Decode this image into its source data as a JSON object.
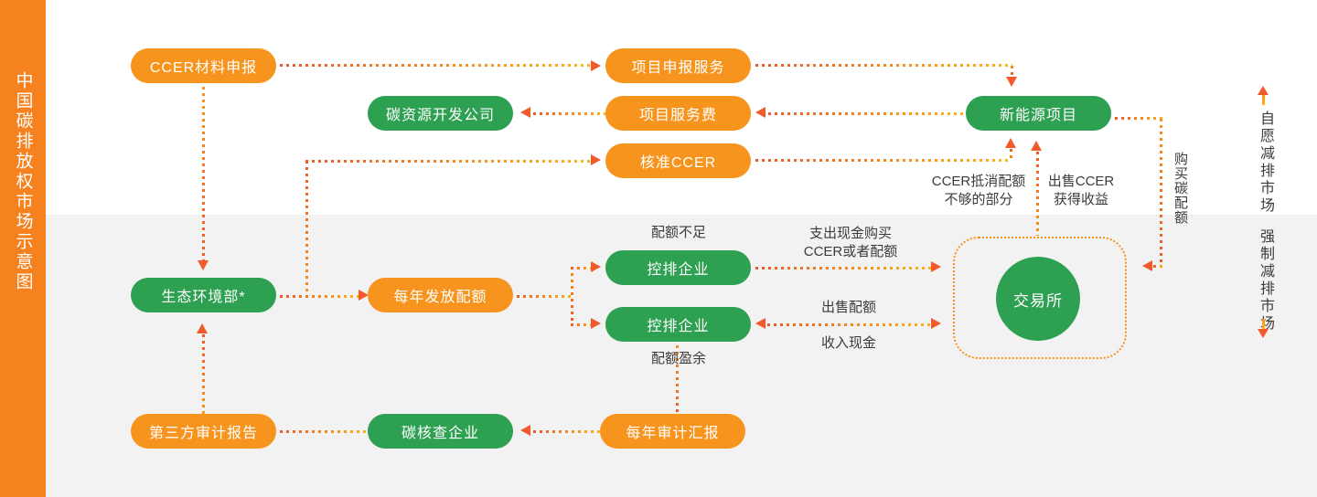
{
  "sidebar": {
    "title": "中国碳排放权市场示意图"
  },
  "markets": {
    "voluntary": "自愿减排市场",
    "mandatory": "强制减排市场"
  },
  "nodes": {
    "ccer_material": "CCER材料申报",
    "project_apply": "项目申报服务",
    "carbon_dev_company": "碳资源开发公司",
    "project_fee": "项目服务费",
    "approved_ccer": "核准CCER",
    "new_energy": "新能源项目",
    "ministry": "生态环境部*",
    "annual_quota": "每年发放配额",
    "emitter_short": "控排企业",
    "emitter_surplus": "控排企业",
    "exchange": "交易所",
    "third_party_report": "第三方审计报告",
    "carbon_verifier": "碳核查企业",
    "annual_audit": "每年审计汇报"
  },
  "labels": {
    "quota_short": "配额不足",
    "quota_surplus": "配额盈余",
    "pay_cash": "支出现金购买\nCCER或者配额",
    "sell_quota": "出售配额",
    "receive_cash": "收入现金",
    "ccer_offset": "CCER抵消配额\n不够的部分",
    "sell_ccer": "出售CCER\n获得收益",
    "buy_quota": "购买碳配额"
  },
  "colors": {
    "pill_orange": "#F7941E",
    "pill_green": "#2EA052",
    "sidebar_orange": "#F6821F",
    "arrowhead": "#F2592B",
    "dot_red": "#E95B2A",
    "dot_yellow": "#FDB315",
    "zone_gray": "#F2F2F2",
    "label_text": "#3E3A39"
  }
}
